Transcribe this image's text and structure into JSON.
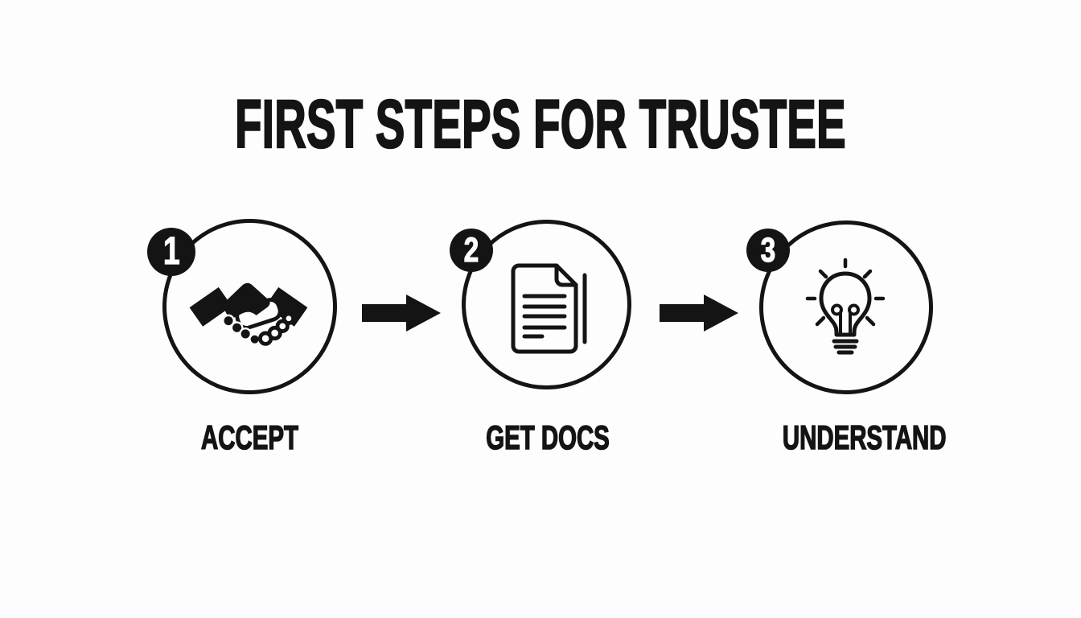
{
  "title": "FIRST STEPS FOR TRUSTEE",
  "steps": [
    {
      "number": "1",
      "label": "ACCEPT",
      "icon": "handshake-icon"
    },
    {
      "number": "2",
      "label": "GET DOCS",
      "icon": "document-icon"
    },
    {
      "number": "3",
      "label": "UNDERSTAND",
      "icon": "lightbulb-icon"
    }
  ],
  "connectors": [
    {
      "type": "arrow-right"
    },
    {
      "type": "arrow-right"
    }
  ],
  "colors": {
    "background": "#fdfdfd",
    "ink": "#141414",
    "badge_background": "#141414",
    "badge_text": "#ffffff"
  }
}
